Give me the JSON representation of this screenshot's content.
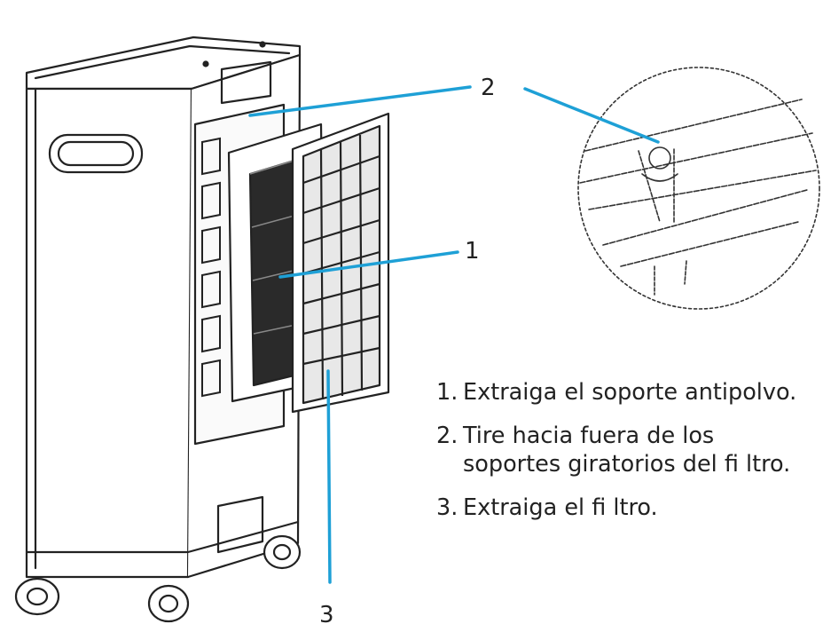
{
  "callouts": {
    "c1": "1",
    "c2": "2",
    "c3": "3"
  },
  "instructions": [
    {
      "number": "1.",
      "text": "Extraiga el soporte antipolvo."
    },
    {
      "number": "2.",
      "text": "Tire hacia fuera de los soportes giratorios del fi ltro."
    },
    {
      "number": "3.",
      "text": "Extraiga el fi ltro."
    }
  ],
  "colors": {
    "leader_line": "#1ea0d6",
    "line_art": "#222222",
    "text": "#222222"
  }
}
